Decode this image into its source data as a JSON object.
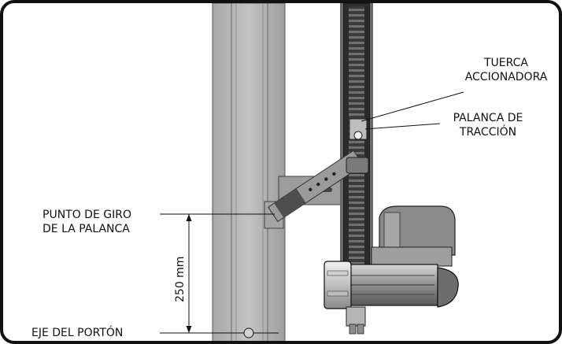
{
  "labels": {
    "tuerca_line1": "TUERCA",
    "tuerca_line2": "ACCIONADORA",
    "palanca_line1": "PALANCA DE",
    "palanca_line2": "TRACCIÓN",
    "punto_line1": "PUNTO DE GIRO",
    "punto_line2": "DE LA PALANCA",
    "eje": "EJE DEL PORTÓN",
    "dimension": "250 mm"
  }
}
